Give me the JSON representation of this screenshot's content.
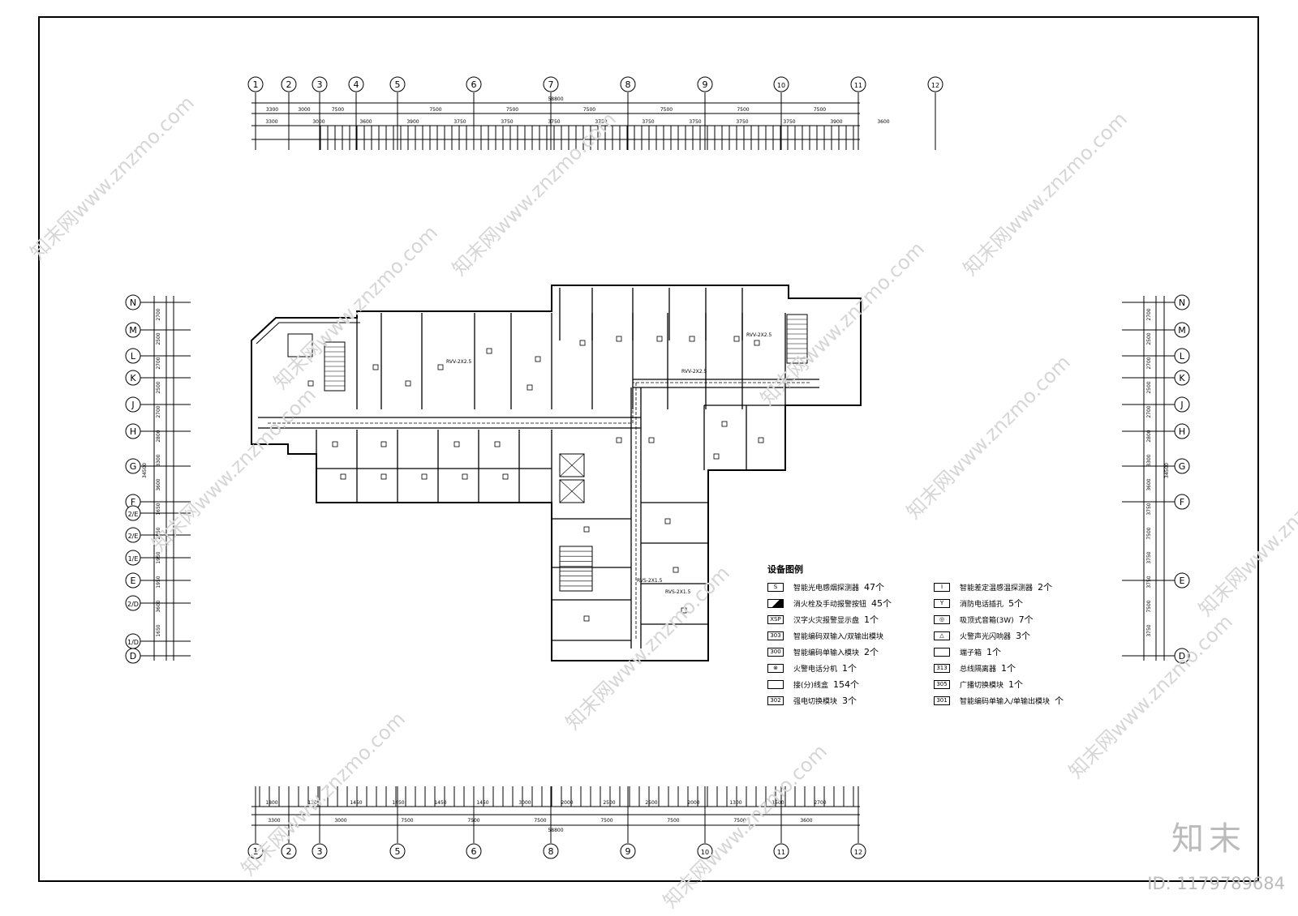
{
  "axes_top": [
    "1",
    "2",
    "3",
    "4",
    "5",
    "6",
    "7",
    "8",
    "9",
    "10",
    "11",
    "12"
  ],
  "axes_bottom": [
    "1",
    "2",
    "3",
    "5",
    "6",
    "8",
    "9",
    "10",
    "11",
    "12"
  ],
  "axes_side": [
    "N",
    "M",
    "L",
    "K",
    "J",
    "H",
    "G",
    "F",
    "2/E",
    "E",
    "D"
  ],
  "dim_top": {
    "total": "58800",
    "row1": [
      "3300",
      "3000",
      "7500",
      "7500",
      "7500",
      "7500",
      "7500",
      "7500",
      "7500"
    ],
    "row2": [
      "3300",
      "3000",
      "3600",
      "3900",
      "3750",
      "3750",
      "3750",
      "3750",
      "3750",
      "3750",
      "3750",
      "3750",
      "3900",
      "3600"
    ]
  },
  "dim_bottom": {
    "total": "58800",
    "row1": [
      "3300",
      "3000",
      "7500",
      "7500",
      "7500",
      "7500",
      "7500",
      "7500",
      "3600"
    ],
    "row2": [
      "1800",
      "1300",
      "1450",
      "1450",
      "1450",
      "1450",
      "3000",
      "2000",
      "2500",
      "2500",
      "2000",
      "1300",
      "1500",
      "2700"
    ]
  },
  "dim_left": {
    "total": "34500",
    "values": [
      "2700",
      "2500",
      "2700",
      "2500",
      "2700",
      "2800",
      "3300",
      "3600",
      "1650",
      "2850",
      "1950",
      "1950",
      "3600",
      "1650"
    ]
  },
  "dim_right": {
    "total": "34500",
    "values": [
      "2700",
      "2500",
      "2700",
      "2500",
      "2700",
      "2800",
      "3300",
      "3600",
      "3750",
      "7500",
      "3750",
      "3750",
      "7500",
      "3750"
    ]
  },
  "cable_labels": [
    "RVV-2X2.5",
    "RVV-2X2.5",
    "RVS-2X1.5",
    "RVV-2X2.5",
    "RVS-2X1.5"
  ],
  "legend": {
    "title": "设备图例",
    "items": [
      {
        "symbol": "S",
        "name": "智能光电感烟探测器",
        "count": "47个"
      },
      {
        "symbol": "",
        "name": "消火栓及手动报警按钮",
        "count": "45个"
      },
      {
        "symbol": "XSP",
        "name": "汉字火灾报警显示盘",
        "count": "1个"
      },
      {
        "symbol": "303",
        "name": "智能编码双输入/双输出模块",
        "count": ""
      },
      {
        "symbol": "300",
        "name": "智能编码单输入模块",
        "count": "2个"
      },
      {
        "symbol": "⊗",
        "name": "火警电话分机",
        "count": "1个"
      },
      {
        "symbol": "",
        "name": "接(分)线盒",
        "count": "154个"
      },
      {
        "symbol": "302",
        "name": "强电切换模块",
        "count": "3个"
      },
      {
        "symbol": "I",
        "name": "智能差定温感温探测器",
        "count": "2个"
      },
      {
        "symbol": "Y",
        "name": "消防电话插孔",
        "count": "5个"
      },
      {
        "symbol": "◎",
        "name": "吸顶式音箱(3W)",
        "count": "7个"
      },
      {
        "symbol": "△",
        "name": "火警声光闪响器",
        "count": "3个"
      },
      {
        "symbol": "",
        "name": "端子箱",
        "count": "1个"
      },
      {
        "symbol": "313",
        "name": "总线隔离器",
        "count": "1个"
      },
      {
        "symbol": "305",
        "name": "广播切换模块",
        "count": "1个"
      },
      {
        "symbol": "301",
        "name": "智能编码单输入/单输出模块",
        "count": "个"
      }
    ]
  },
  "watermark": {
    "text": "知末网www.znzmo.com",
    "brand": "知末",
    "id": "ID: 1179789684"
  }
}
